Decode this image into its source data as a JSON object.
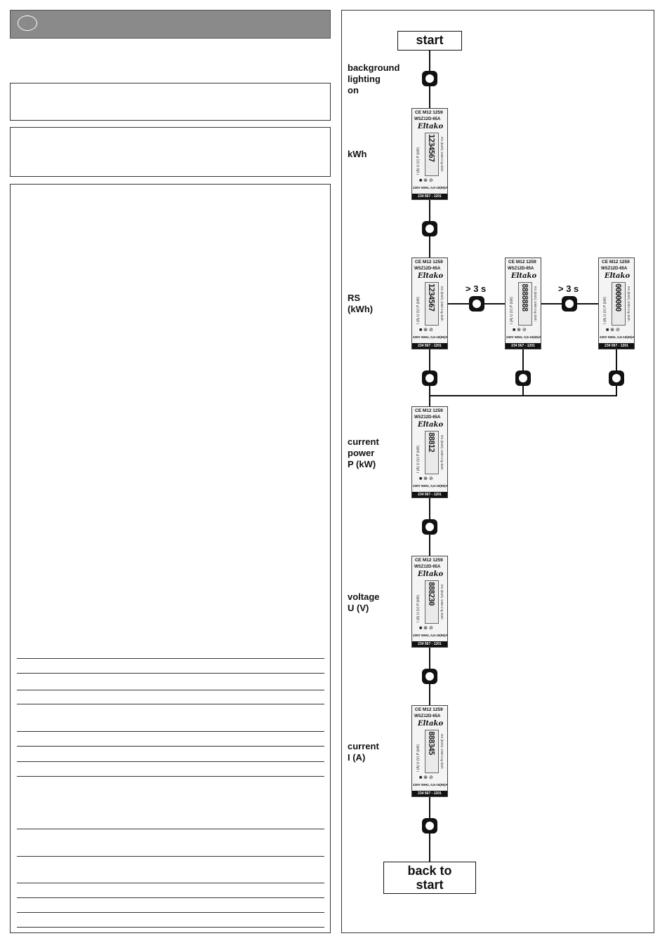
{
  "flow": {
    "start_label": "start",
    "end_label": "back to\nstart",
    "step_labels": {
      "backlight": "background\nlighting\non",
      "kwh": "kWh",
      "rs": "RS\n(kWh)",
      "power": "current\npower\nP (kW)",
      "voltage": "voltage\nU (V)",
      "current": "current\nI (A)"
    },
    "hold_label_1": "> 3 s",
    "hold_label_2": "> 3 s"
  },
  "meter": {
    "ce": "CE M12 1259",
    "model": "WSZ12D-65A",
    "brand": "Eltako",
    "side_left": "I (A)  U (V)  P (kW)",
    "side_right": "RS (kWh) 1000 Imp kWh",
    "icons": "■ ⊗ ⊘",
    "spec": "230V 50Hz, 0,5-10(65)A",
    "serial": "234 567 - 1201"
  },
  "displays": {
    "kwh": "1234567",
    "rs1": "1234567",
    "rs2": "8888888",
    "rs3": "0000000",
    "power": "88812",
    "voltage": "888230",
    "current": "888345"
  }
}
